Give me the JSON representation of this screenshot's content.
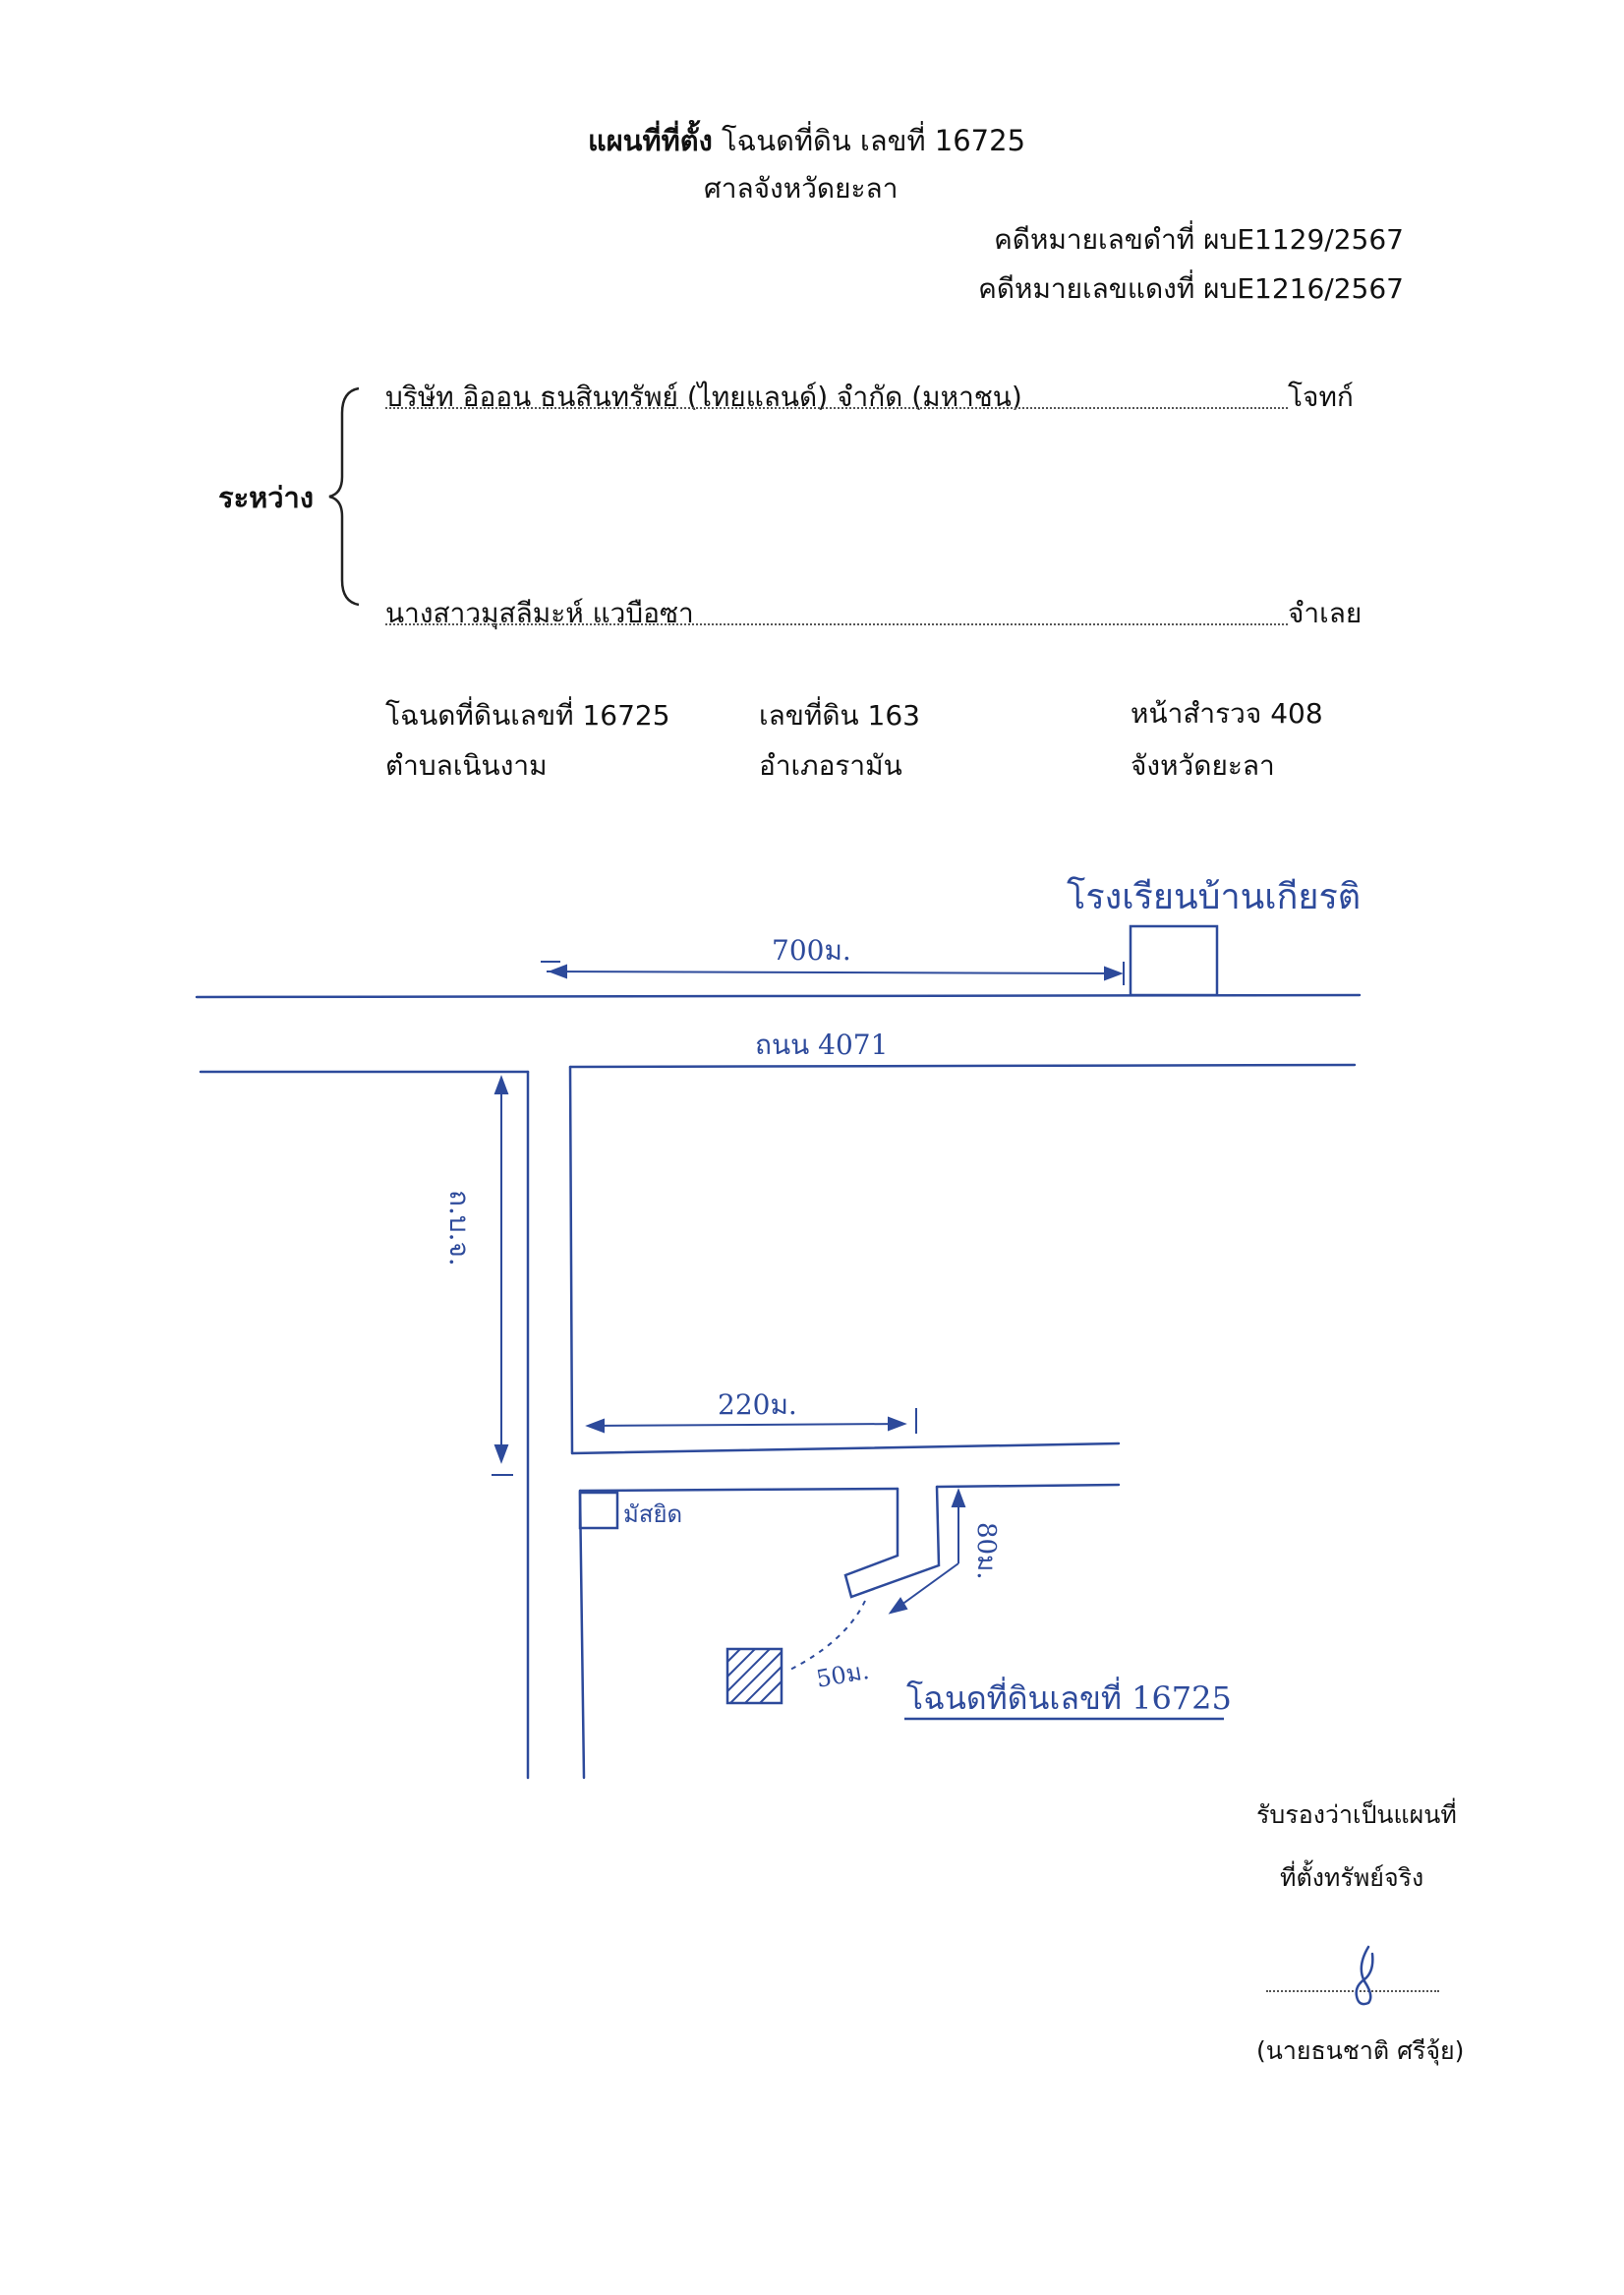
{
  "header": {
    "title_bold": "แผนที่ที่ตั้ง",
    "title_rest": " โฉนดที่ดิน เลขที่  16725",
    "court": "ศาลจังหวัดยะลา",
    "black_case": "คดีหมายเลขดำที่ ผบE1129/2567",
    "red_case": "คดีหมายเลขแดงที่  ผบE1216/2567"
  },
  "parties": {
    "between_label": "ระหว่าง",
    "plaintiff": "บริษัท อิออน ธนสินทรัพย์ (ไทยแลนด์) จำกัด (มหาชน)",
    "plaintiff_role": "โจทก์",
    "defendant": "นางสาวมุสลีมะห์  แวบือซา",
    "defendant_role": "จำเลย"
  },
  "land_info": {
    "deed_no": "โฉนดที่ดินเลขที่ 16725",
    "subdistrict": "ตำบลเนินงาม",
    "land_no": "เลขที่ดิน 163",
    "district": "อำเภอรามัน",
    "survey_page": "หน้าสำรวจ  408",
    "province": "จังหวัดยะลา"
  },
  "map": {
    "school_label": "โรงเรียนบ้านเกียรติ",
    "dist_school": "700ม.",
    "road_label": "ถนน 4071",
    "side_road_label": "ถ.บ.จ.",
    "dist_side": "220ม.",
    "mosque_label": "มัสยิด",
    "dist_alley": "80ม.",
    "dist_plot": "50ม.",
    "plot_label": "โฉนดที่ดินเลขที่ 16725",
    "ink_color": "#2d4a9b"
  },
  "certification": {
    "line1": "รับรองว่าเป็นแผนที่",
    "line2": "ที่ตั้งทรัพย์จริง",
    "signer": "(นายธนชาติ  ศรีจุ้ย)"
  }
}
